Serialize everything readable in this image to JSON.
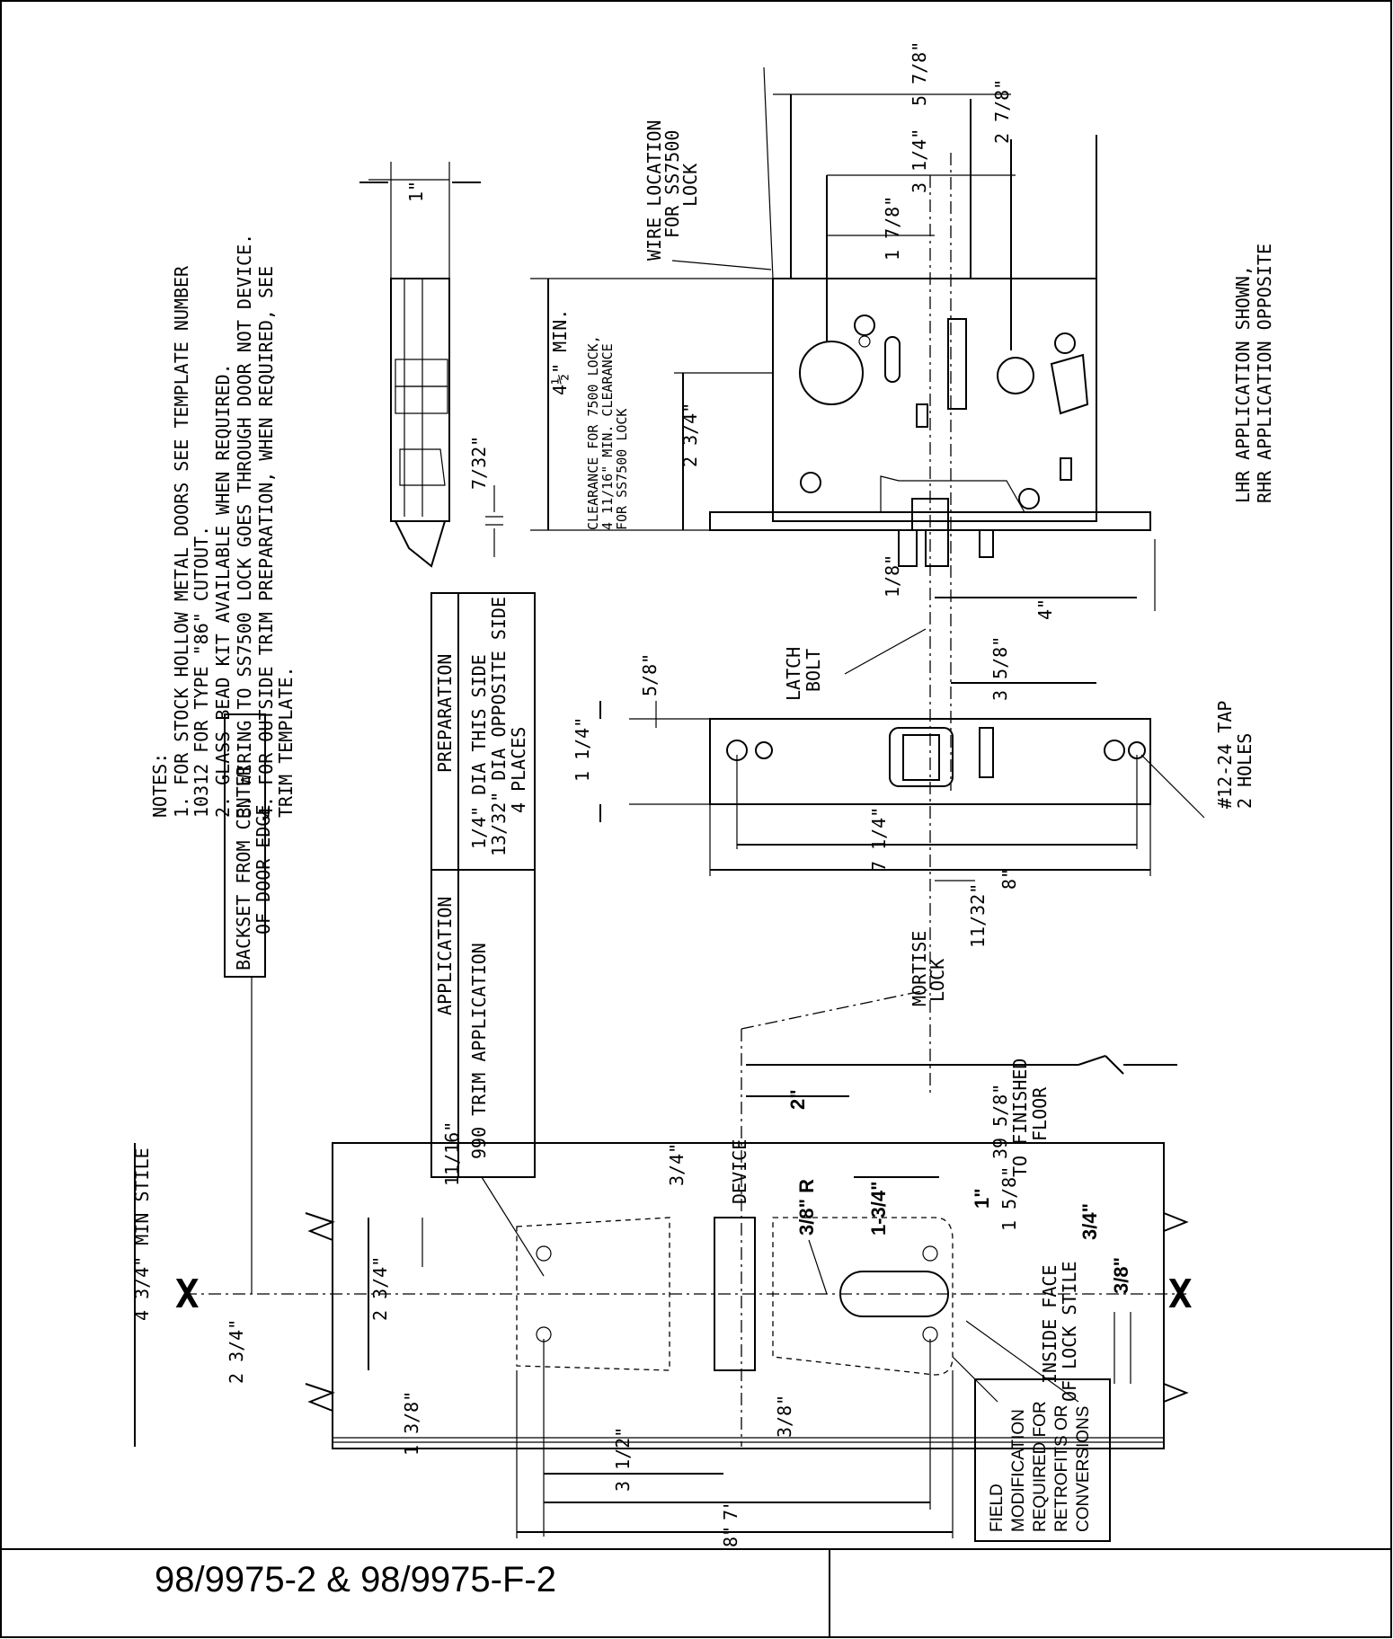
{
  "title_block": {
    "model": "98/9975-2 & 98/9975-F-2"
  },
  "notes": {
    "heading": "NOTES:",
    "items": [
      "1. FOR STOCK HOLLOW METAL DOORS SEE TEMPLATE NUMBER",
      "   10312 FOR TYPE \"86\" CUTOUT.",
      "2. GLASS BEAD KIT AVAILABLE WHEN REQUIRED.",
      "3. WIRING TO SS7500 LOCK GOES THROUGH DOOR NOT DEVICE.",
      "4. FOR OUTSIDE TRIM PREPARATION, WHEN REQUIRED, SEE",
      "   TRIM TEMPLATE."
    ]
  },
  "table": {
    "headers": [
      "APPLICATION",
      "PREPARATION"
    ],
    "row": [
      "990 TRIM APPLICATION",
      "1/4\" DIA THIS SIDE",
      "13/32\" DIA OPPOSITE SIDE",
      "4 PLACES"
    ]
  },
  "labels": {
    "backset": [
      "BACKSET FROM CENTER",
      "OF DOOR EDGE"
    ],
    "stile": "4 3/4\" MIN STILE",
    "wire": [
      "WIRE LOCATION",
      "FOR SS7500",
      "LOCK"
    ],
    "clearance": [
      "CLEARANCE FOR 7500 LOCK,",
      "4 11/16\" MIN. CLEARANCE",
      "FOR SS7500 LOCK"
    ],
    "min": "4½\" MIN.",
    "latch": [
      "LATCH",
      "BOLT"
    ],
    "tap": [
      "#12-24 TAP",
      "2 HOLES"
    ],
    "mortise": [
      "MORTISE",
      "LOCK"
    ],
    "floor": [
      "39 5/8\"",
      "TO FINISHED",
      "FLOOR"
    ],
    "device": "DEVICE",
    "lhr": [
      "LHR APPLICATION SHOWN,",
      "RHR APPLICATION OPPOSITE"
    ],
    "inside_face": [
      "INSIDE FACE",
      "OF LOCK STILE"
    ],
    "field_mod": [
      "FIELD",
      "MODIFICATION",
      "REQUIRED FOR",
      "RETROFITS OR",
      "CONVERSIONS"
    ],
    "x_mark": "X"
  },
  "dims": {
    "d_1": "1\"",
    "d_7_32": "7/32\"",
    "d_5_7_8": "5 7/8\"",
    "d_2_7_8": "2 7/8\"",
    "d_3_1_4": "3 1/4\"",
    "d_1_7_8": "1 7/8\"",
    "d_2_3_4": "2 3/4\"",
    "d_1_8": "1/8\"",
    "d_4": "4\"",
    "d_5_8": "5/8\"",
    "d_1_1_4": "1 1/4\"",
    "d_3_5_8": "3 5/8\"",
    "d_7_1_4": "7 1/4\"",
    "d_8": "8\"",
    "d_11_32": "11/32\"",
    "d_2": "2\"",
    "d_3_8_r": "3/8\" R",
    "d_1_3_4": "1-3/4\"",
    "d_1b": "1\"",
    "d_1_5_8": "1 5/8\"",
    "d_3_4": "3/4\"",
    "d_3_8": "3/8\"",
    "d_11_16": "11/16\"",
    "d_3_4b": "3/4\"",
    "d_2_3_4b": "2 3/4\"",
    "d_1_3_8": "1 3/8\"",
    "d_3_8b": "3/8\"",
    "d_3_1_2": "3 1/2\"",
    "d_7": "7\"",
    "d_8b": "8\"",
    "d_2_3_4c": "2 3/4\""
  }
}
